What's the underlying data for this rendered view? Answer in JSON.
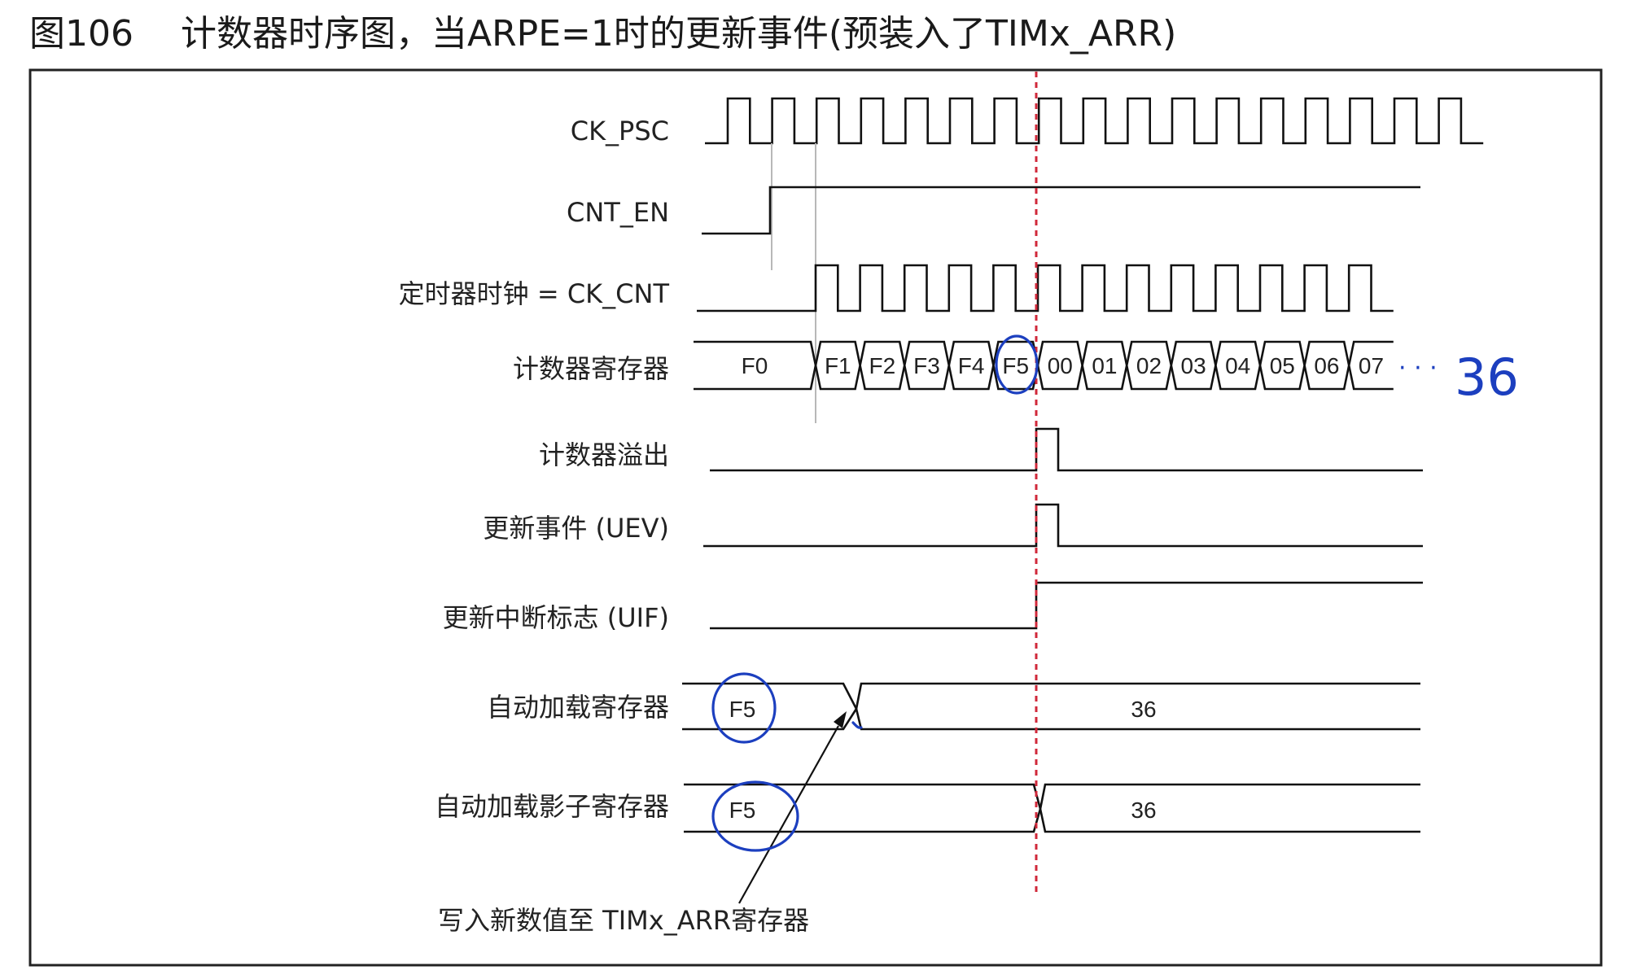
{
  "title": {
    "number": "图106",
    "text": "计数器时序图，当ARPE=1时的更新事件(预装入了TIMx_ARR)"
  },
  "signals": {
    "ck_psc": "CK_PSC",
    "cnt_en": "CNT_EN",
    "timer_clock": "定时器时钟 = CK_CNT",
    "counter_register": "计数器寄存器",
    "counter_overflow": "计数器溢出",
    "update_event": "更新事件 (UEV)",
    "update_interrupt_flag": "更新中断标志 (UIF)",
    "auto_reload_register": "自动加载寄存器",
    "auto_reload_shadow_register": "自动加载影子寄存器"
  },
  "counter_values": [
    "F0",
    "F1",
    "F2",
    "F3",
    "F4",
    "F5",
    "00",
    "01",
    "02",
    "03",
    "04",
    "05",
    "06",
    "07"
  ],
  "auto_reload": {
    "before": "F5",
    "after": "36"
  },
  "shadow": {
    "before": "F5",
    "after": "36"
  },
  "annotation": "写入新数值至 TIMx_ARR寄存器",
  "handwritten": "36",
  "colors": {
    "ink": "#111111",
    "marker": "#d0283a",
    "handwriting": "#1c3fbf"
  }
}
